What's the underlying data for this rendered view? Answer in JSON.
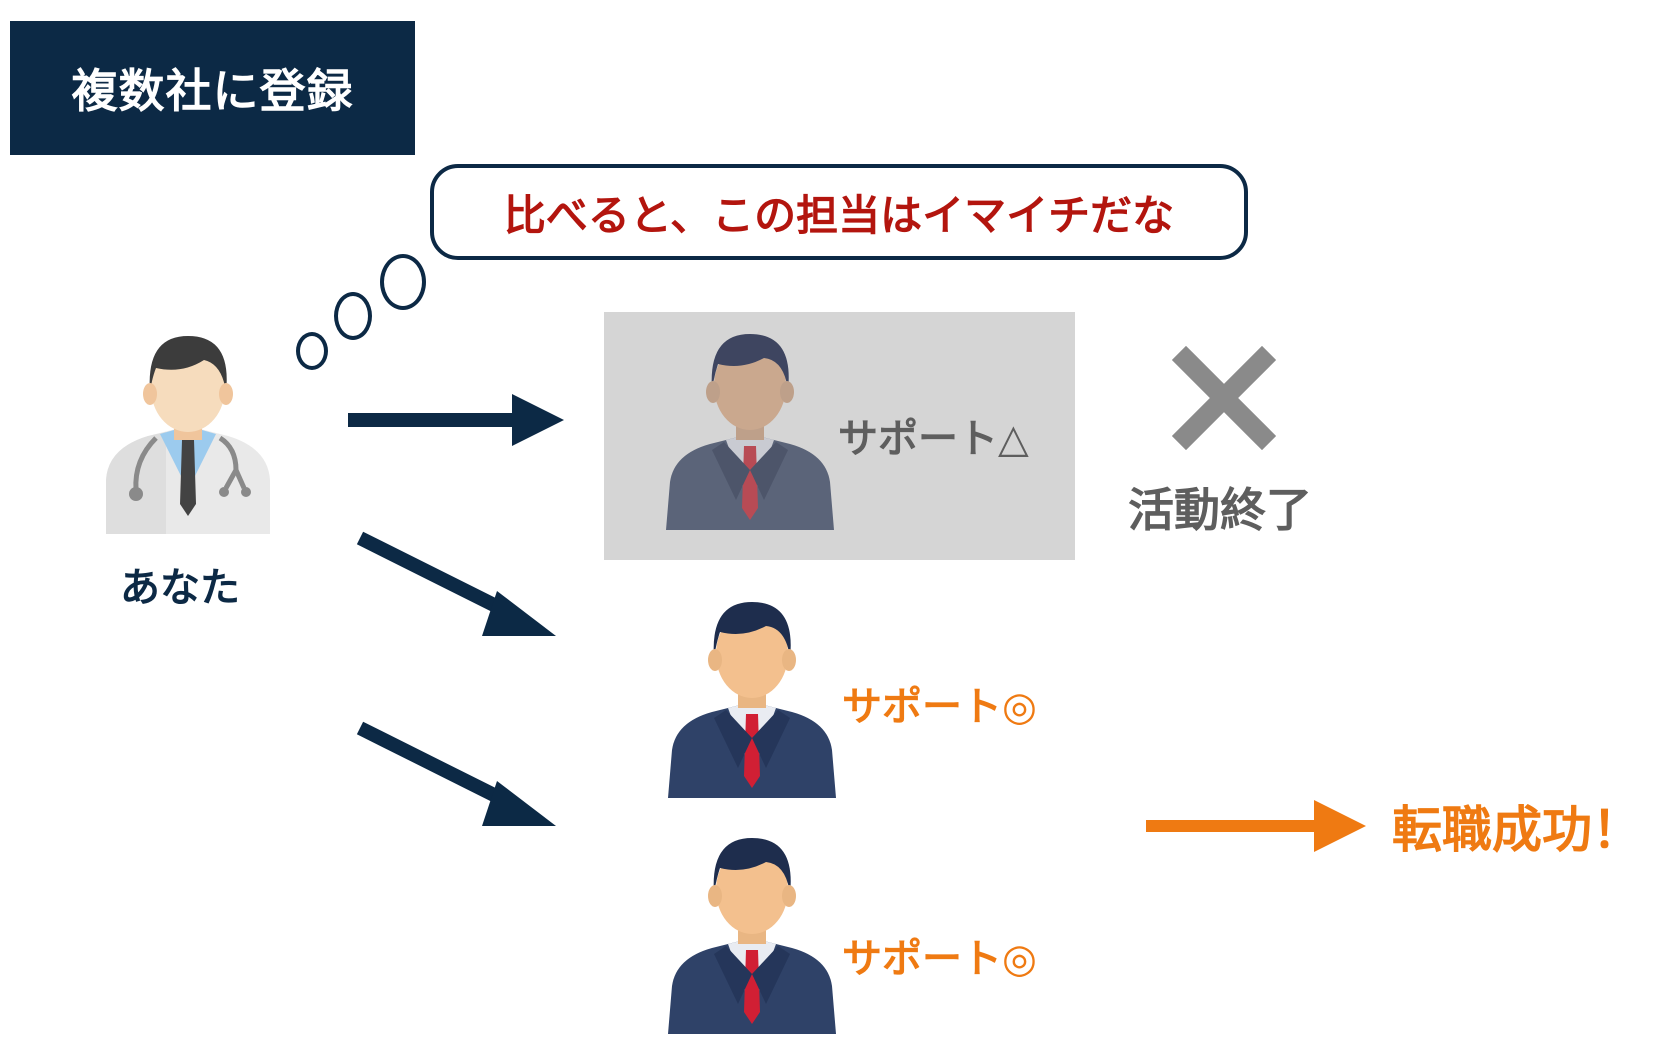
{
  "title": "複数社に登録",
  "thought_text": "比べると、この担当はイマイチだな",
  "you_label": "あなた",
  "agents": [
    {
      "support_label": "サポート△",
      "status": "faded"
    },
    {
      "support_label": "サポート◎",
      "status": "active"
    },
    {
      "support_label": "サポート◎",
      "status": "active"
    }
  ],
  "end_label": "活動終了",
  "success_label": "転職成功！",
  "icons": [
    "doctor-icon",
    "businessman-icon",
    "cross-icon",
    "arrow-icon"
  ],
  "colors": {
    "navy": "#0c2945",
    "orange": "#ef7a12",
    "red_text": "#b3150e",
    "gray_text": "#5e5e5e",
    "gray_panel": "#d5d5d5"
  }
}
